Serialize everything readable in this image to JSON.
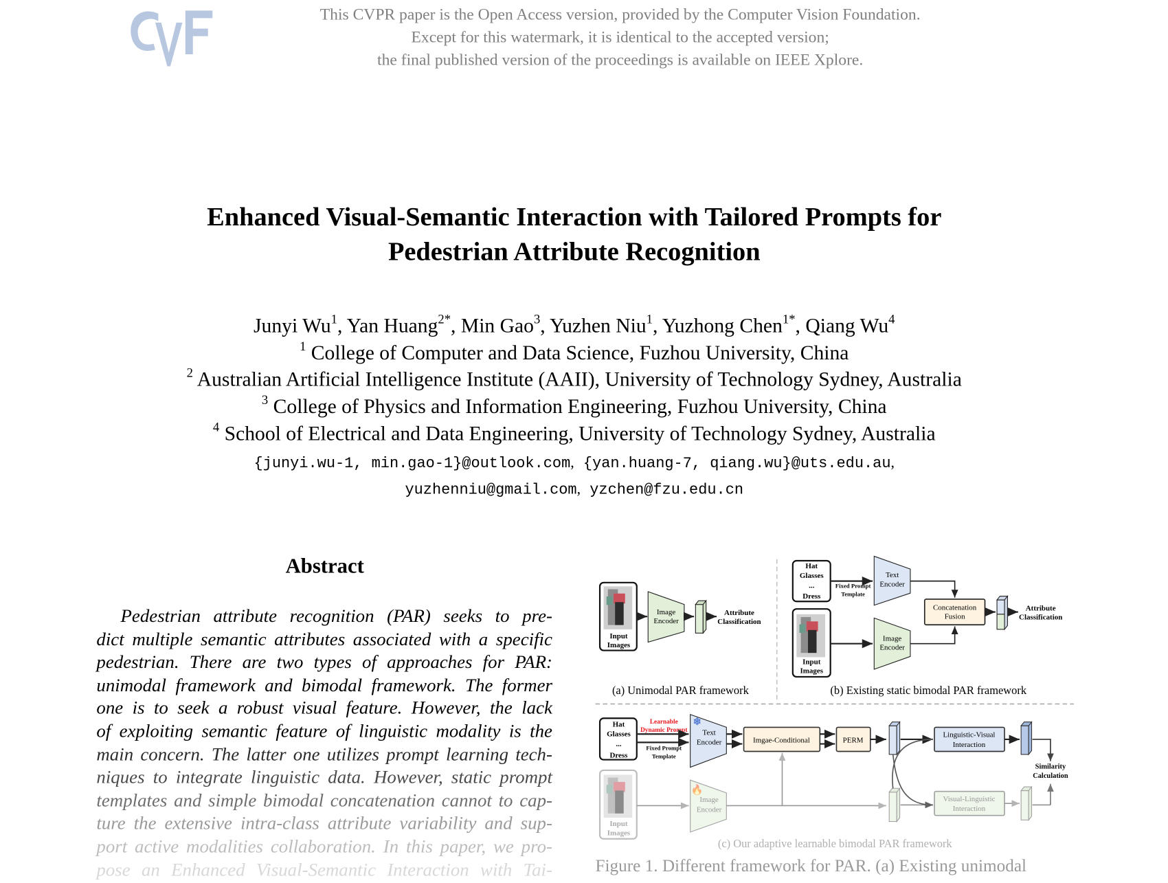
{
  "watermark": {
    "logo_text": "CVF",
    "lines": [
      "This CVPR paper is the Open Access version, provided by the Computer Vision Foundation.",
      "Except for this watermark, it is identical to the accepted version;",
      "the final published version of the proceedings is available on IEEE Xplore."
    ]
  },
  "title": {
    "line1": "Enhanced Visual-Semantic Interaction with Tailored Prompts for",
    "line2": "Pedestrian Attribute Recognition"
  },
  "authors": [
    {
      "name": "Junyi Wu",
      "sup": "1",
      "sep": ", "
    },
    {
      "name": "Yan Huang",
      "sup": "2*",
      "sep": ", "
    },
    {
      "name": "Min Gao",
      "sup": "3",
      "sep": ", "
    },
    {
      "name": "Yuzhen Niu",
      "sup": "1",
      "sep": ", "
    },
    {
      "name": "Yuzhong Chen",
      "sup": "1*",
      "sep": ", "
    },
    {
      "name": "Qiang Wu",
      "sup": "4",
      "sep": ""
    }
  ],
  "affiliations": [
    {
      "sup": "1",
      "text": "College of Computer and Data Science, Fuzhou University, China"
    },
    {
      "sup": "2",
      "text": "Australian Artificial Intelligence Institute (AAII), University of Technology Sydney, Australia"
    },
    {
      "sup": "3",
      "text": "College of Physics and Information Engineering, Fuzhou University, China"
    },
    {
      "sup": "4",
      "text": "School of Electrical and Data Engineering, University of Technology Sydney, Australia"
    }
  ],
  "emails": {
    "e1": "{junyi.wu-1, min.gao-1}@outlook.com",
    "e2": "{yan.huang-7, qiang.wu}@uts.edu.au",
    "e3": "yuzhenniu@gmail.com",
    "e4": "yzchen@fzu.edu.cn",
    "sep": ","
  },
  "abstract": {
    "heading": "Abstract",
    "lines": [
      "Pedestrian attribute recognition (PAR) seeks to pre-",
      "dict multiple semantic attributes associated with a specific",
      "pedestrian.  There are two types of approaches for PAR:",
      "unimodal framework and bimodal framework.  The former",
      "one is to seek a robust visual feature.  However, the lack",
      "of exploiting semantic feature of linguistic modality is the",
      "main concern. The latter one utilizes prompt learning tech-",
      "niques to integrate linguistic data.  However, static prompt",
      "templates and simple bimodal concatenation cannot to cap-",
      "ture the extensive intra-class attribute variability and sup-",
      "port active modalities collaboration. In this paper, we pro-",
      "pose an Enhanced Visual-Semantic Interaction with Tai-"
    ]
  },
  "figure": {
    "colors": {
      "text_blue": "#dce6f5",
      "image_green": "#e2efd9",
      "fusion_beige": "#fdf3e0",
      "prompt_red": "#e8141c"
    },
    "a": {
      "input_images": [
        "Input",
        "Images"
      ],
      "image_encoder": [
        "Image",
        "Encoder"
      ],
      "output": [
        "Attribute",
        "Classification"
      ],
      "caption": "(a) Unimodal PAR framework"
    },
    "b": {
      "attributes": [
        "Hat",
        "Glasses",
        "...",
        "Dress"
      ],
      "fixed_prompt": [
        "Fixed Prompt",
        "Template"
      ],
      "text_encoder": [
        "Text",
        "Encoder"
      ],
      "input_images": [
        "Input",
        "Images"
      ],
      "image_encoder": [
        "Image",
        "Encoder"
      ],
      "fusion": [
        "Concatenation",
        "Fusion"
      ],
      "output": [
        "Attribute",
        "Classification"
      ],
      "caption": "(b) Existing static bimodal PAR framework"
    },
    "c": {
      "attributes": [
        "Hat",
        "Glasses",
        "...",
        "Dress"
      ],
      "learnable_prompt": [
        "Learnable",
        "Dynamic Prompt"
      ],
      "fixed_prompt": [
        "Fixed Prompt",
        "Template"
      ],
      "text_encoder": [
        "Text",
        "Encoder"
      ],
      "conditional": "Imgae-Conditional",
      "perm": "PERM",
      "lv_interaction": [
        "Linguistic-Visual",
        "Interaction"
      ],
      "vl_interaction": [
        "Visual-Linguistic",
        "Interaction"
      ],
      "similarity": [
        "Similarity",
        "Calculation"
      ],
      "input_images": [
        "Input",
        "Images"
      ],
      "image_encoder": [
        "Image",
        "Encoder"
      ],
      "frozen_icon": "snowflake-icon",
      "trainable_icon": "fire-icon",
      "caption": "(c) Our adaptive learnable bimodal PAR framework"
    },
    "caption": "Figure 1.  Different framework for PAR. (a) Existing unimodal"
  }
}
